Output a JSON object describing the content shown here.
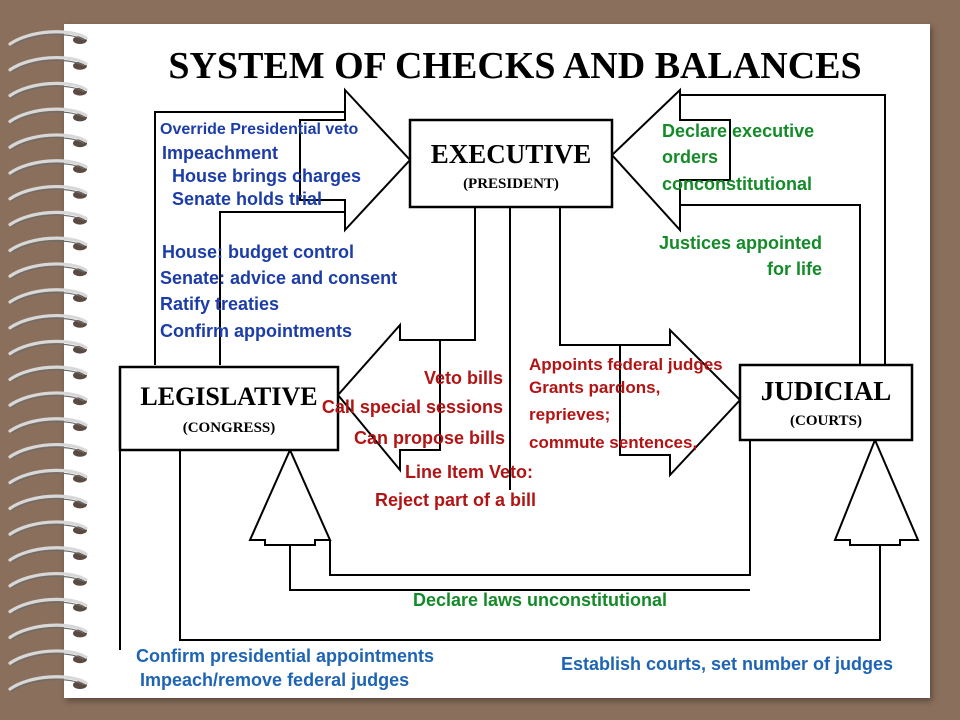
{
  "title": "SYSTEM OF CHECKS AND BALANCES",
  "colors": {
    "background": "#8a6f5c",
    "legislative_checks": "#1c3da8",
    "executive_checks": "#b21414",
    "judicial_checks": "#148a28",
    "congress_on_courts": "#1e64b4"
  },
  "branches": {
    "executive": {
      "name": "EXECUTIVE",
      "sub": "(PRESIDENT)"
    },
    "legislative": {
      "name": "LEGISLATIVE",
      "sub": "(CONGRESS)"
    },
    "judicial": {
      "name": "JUDICIAL",
      "sub": "(COURTS)"
    }
  },
  "legislative_on_executive": [
    "Override Presidential veto",
    "Impeachment",
    "House brings charges",
    "Senate holds trial",
    "House: budget control",
    "Senate: advice and consent",
    "Ratify treaties",
    "Confirm appointments"
  ],
  "judicial_on_executive": [
    "Declare executive",
    "orders",
    "conconstitutional",
    "Justices appointed",
    "for life"
  ],
  "executive_on_legislative": [
    "Veto bills",
    "Call special sessions",
    "Can propose bills",
    "Line Item Veto:",
    "Reject part of a bill"
  ],
  "executive_on_judicial": [
    "Appoints federal judges",
    "Grants pardons,",
    "reprieves;",
    "commute sentences,"
  ],
  "judicial_on_legislative": "Declare laws unconstitutional",
  "legislative_on_judicial": [
    "Confirm presidential appointments",
    "Impeach/remove federal judges",
    "Establish courts, set number of judges"
  ]
}
